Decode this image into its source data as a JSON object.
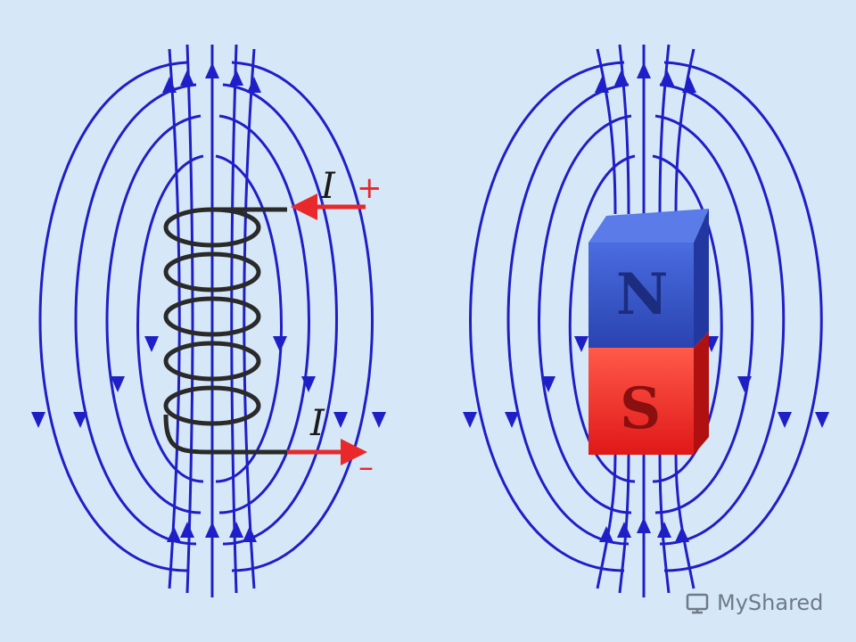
{
  "solenoid": {
    "current_top_label": "I",
    "current_top_sign": "+",
    "current_bottom_label": "I",
    "current_bottom_sign": "–"
  },
  "magnet": {
    "north_label": "N",
    "south_label": "S"
  },
  "watermark": {
    "text": "MyShared"
  },
  "colors": {
    "background": "#d6e8f7",
    "field_line": "#1f1fc8",
    "current_arrow": "#e8282a",
    "magnet_north": "#3553c9",
    "magnet_south": "#e82626",
    "coil": "#2a2a2a"
  },
  "icons": [
    "arrow-icon",
    "watermark-logo-icon"
  ]
}
